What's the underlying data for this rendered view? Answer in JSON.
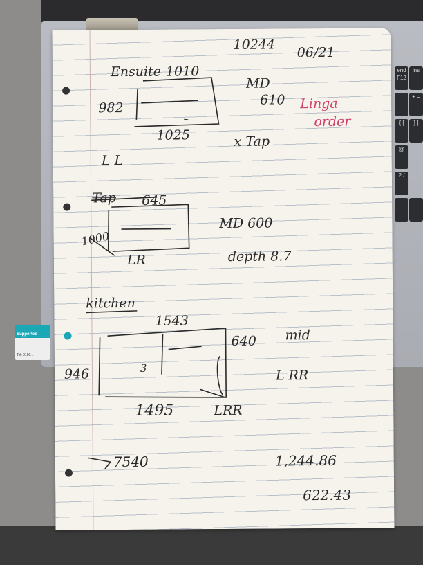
{
  "background": {
    "keyboard_keys": [
      {
        "label": "end F12"
      },
      {
        "label": "ins"
      },
      {
        "label": "+ ="
      },
      {
        "label": "{ ["
      },
      {
        "label": "} ]"
      },
      {
        "label": "@"
      },
      {
        "label": "? /"
      }
    ],
    "sticker": {
      "label": "Supported",
      "tel": "Tel: 0190..."
    }
  },
  "note": {
    "header": {
      "number": "10244",
      "date": "06/21"
    },
    "ensuite": {
      "title": "Ensuite",
      "top": "1010",
      "left": "982",
      "bottom": "1025",
      "mid_label": "MD",
      "mid_value": "610",
      "note": "x Tap",
      "corners": "L L"
    },
    "linga": {
      "line1": "Linga",
      "line2": "order",
      "color": "#d0406a"
    },
    "second": {
      "title": "Tap",
      "top": "645",
      "left": "1000",
      "bottom": "LR",
      "mid": "MD 600",
      "depth": "depth 8.7"
    },
    "kitchen": {
      "title": "kitchen",
      "top": "1543",
      "right": "640",
      "mid": "mid",
      "left": "946",
      "inner": "3",
      "corners": "L RR",
      "bottom": "1495",
      "bottom_corners": "LRR"
    },
    "footer": {
      "total_area": "7540",
      "amount": "1,244.86",
      "half": "622.43"
    }
  }
}
